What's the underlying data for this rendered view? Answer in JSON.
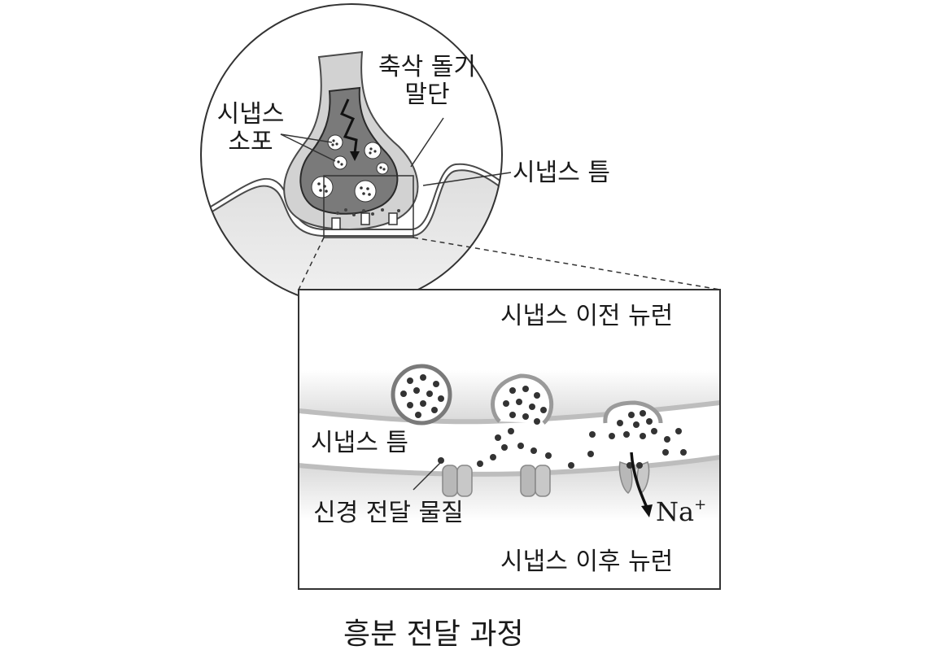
{
  "labels": {
    "axon_terminal_line1": "축삭 돌기",
    "axon_terminal_line2": "말단",
    "synaptic_vesicle_line1": "시냅스",
    "synaptic_vesicle_line2": "소포",
    "synaptic_cleft_top": "시냅스 틈",
    "presynaptic_neuron": "시냅스 이전 뉴런",
    "synaptic_cleft_inset": "시냅스 틈",
    "neurotransmitter": "신경 전달 물질",
    "sodium_ion": "Na",
    "sodium_charge": "+",
    "postsynaptic_neuron": "시냅스 이후 뉴런",
    "caption": "흥분 전달 과정"
  },
  "colors": {
    "outline": "#4a4a4a",
    "terminal_fill": "#d2d2d2",
    "terminal_inner": "#7a7a7a",
    "membrane": "#bdbdbd",
    "channel": "#b8b8b8",
    "dot": "#333333"
  }
}
